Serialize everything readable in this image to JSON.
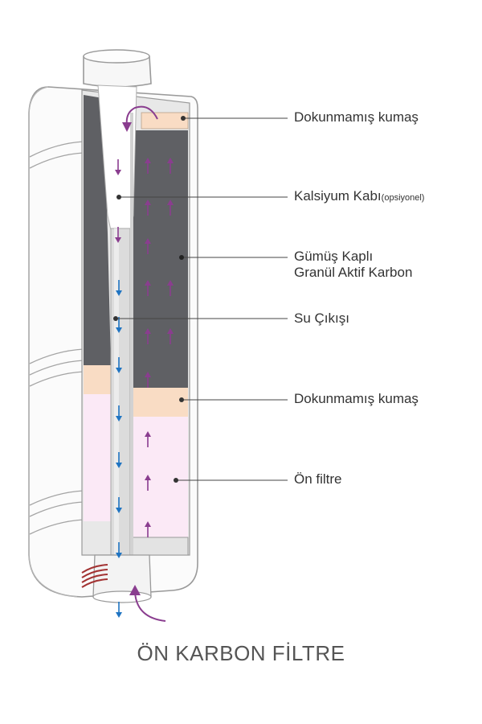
{
  "labels": {
    "nonwoven_top": "Dokunmamış kumaş",
    "calcium_main": "Kalsiyum Kabı",
    "calcium_note": "(opsiyonel)",
    "carbon_line1": "Gümüş Kaplı",
    "carbon_line2": "Granül Aktif Karbon",
    "water_outlet": "Su Çıkışı",
    "nonwoven_bottom": "Dokunmamış kumaş",
    "prefilter": "Ön filtre"
  },
  "caption": "ÖN KARBON FİLTRE",
  "colors": {
    "carbon": "#5f6064",
    "nonwoven": "#f9dcc4",
    "prefilter": "#fbe9f6",
    "shell_stroke": "#9a9a9a",
    "purple_arrow": "#8a3d8f",
    "blue_arrow": "#1f74c2",
    "gasket": "#a33333",
    "leader_line": "#444444"
  }
}
